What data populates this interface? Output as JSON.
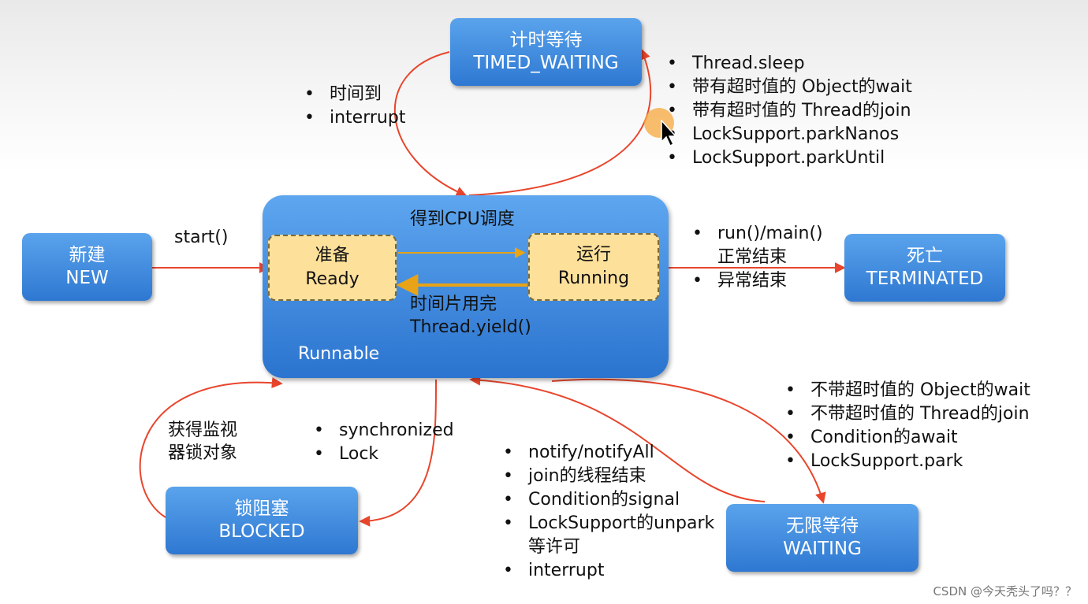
{
  "states": {
    "new": {
      "zh": "新建",
      "en": "NEW"
    },
    "timed_waiting": {
      "zh": "计时等待",
      "en": "TIMED_WAITING"
    },
    "terminated": {
      "zh": "死亡",
      "en": "TERMINATED"
    },
    "blocked": {
      "zh": "锁阻塞",
      "en": "BLOCKED"
    },
    "waiting": {
      "zh": "无限等待",
      "en": "WAITING"
    },
    "runnable": {
      "label": "Runnable",
      "cpu_schedule": "得到CPU调度",
      "ready": {
        "zh": "准备",
        "en": "Ready"
      },
      "running": {
        "zh": "运行",
        "en": "Running"
      },
      "yield_line1": "时间片用完",
      "yield_line2": "Thread.yield()"
    }
  },
  "labels": {
    "start": "start()",
    "timed_return": [
      "时间到",
      "interrupt"
    ],
    "timed_enter": [
      "Thread.sleep",
      "带有超时值的 Object的wait",
      "带有超时值的 Thread的join",
      "LockSupport.parkNanos",
      "LockSupport.parkUntil"
    ],
    "terminate": {
      "item1_line1": "run()/main()",
      "item1_line2": "正常结束",
      "item2": "异常结束"
    },
    "blocked_return": [
      "获得监视",
      "器锁对象"
    ],
    "blocked_enter": [
      "synchronized",
      "Lock"
    ],
    "waiting_return": [
      "notify/notifyAll",
      "join的线程结束",
      "Condition的signal",
      "LockSupport的unpark",
      "等许可",
      "interrupt"
    ],
    "waiting_enter": [
      "不带超时值的 Object的wait",
      "不带超时值的 Thread的join",
      "Condition的await",
      "LockSupport.park"
    ]
  },
  "watermark": "CSDN @今天秃头了吗？？",
  "colors": {
    "state_box": "#3f8ce0",
    "inner_box": "#fde09a",
    "arrow": "#e8452c",
    "inner_arrow": "#e8a317"
  }
}
